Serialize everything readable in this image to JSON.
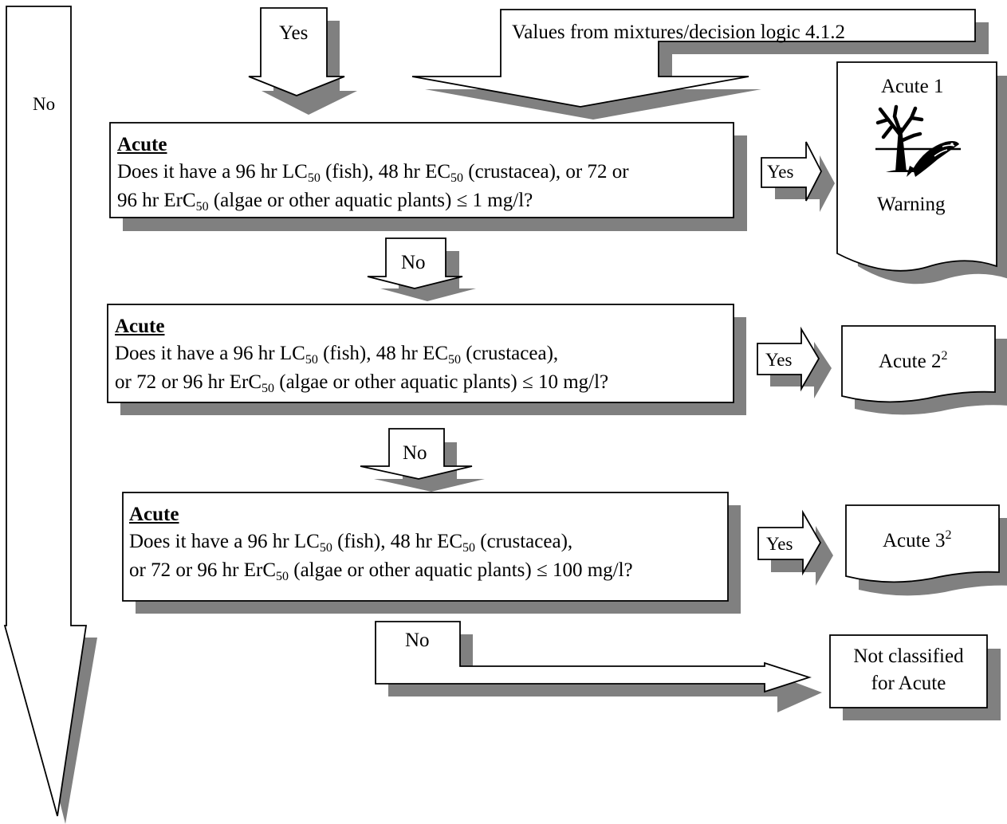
{
  "labels": {
    "yes": "Yes",
    "no": "No",
    "mixtures_source": "Values from mixtures/decision logic 4.1.2",
    "acute_heading": "Acute"
  },
  "question_parts": {
    "q1_line1_a": "Does it have a 96 hr LC",
    "q1_line1_b": " (fish), 48 hr EC",
    "q1_line1_c": " (crustacea), or 72 or",
    "q1_line2_a": "96 hr ErC",
    "q1_line2_b": " (algae or other aquatic plants) ≤ 1 mg/l?",
    "q2_line1_a": "Does it have a 96 hr LC",
    "q2_line1_b": " (fish), 48 hr EC",
    "q2_line1_c": " (crustacea),",
    "q2_line2_a": "or 72 or 96 hr ErC",
    "q2_line2_b": " (algae or other aquatic plants)  ≤ 10 mg/l?",
    "q3_line1_a": "Does it have a 96 hr LC",
    "q3_line1_b": " (fish), 48 hr EC",
    "q3_line1_c": " (crustacea),",
    "q3_line2_a": "or 72 or 96 hr ErC",
    "q3_line2_b": " (algae or other aquatic plants) ≤ 100 mg/l?",
    "subscript_50": "50"
  },
  "outcomes": {
    "acute1_title": "Acute 1",
    "acute1_signal": "Warning",
    "acute2_label": "Acute 2",
    "acute2_footnote": "2",
    "acute3_label": "Acute 3",
    "acute3_footnote": "2",
    "not_classified_line1": "Not classified",
    "not_classified_line2": "for Acute"
  },
  "colors": {
    "shadow": "#808080",
    "stroke": "#000000",
    "fill": "#ffffff"
  },
  "icons": {
    "acute1": "environment-pictogram-dead-tree-and-fish"
  }
}
